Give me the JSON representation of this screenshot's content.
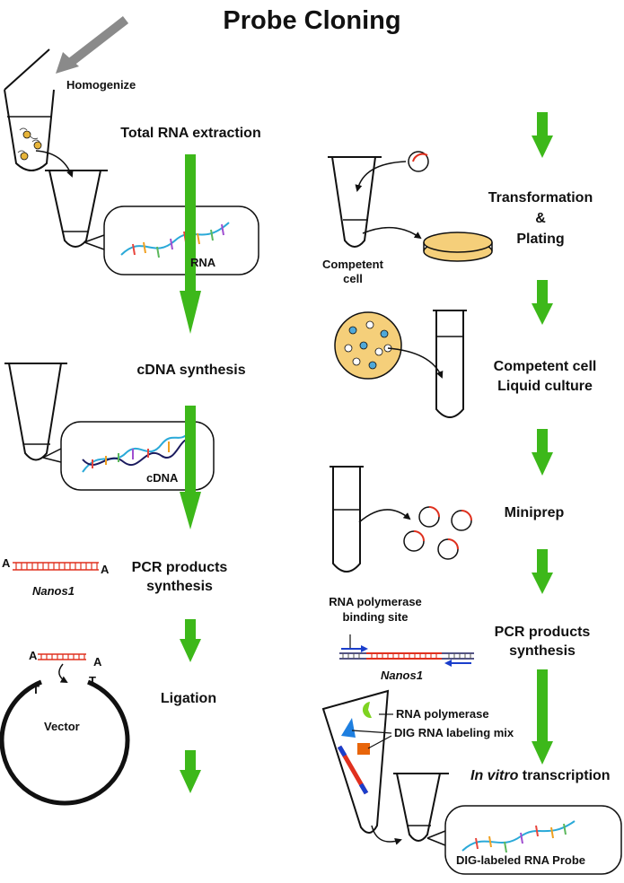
{
  "title": "Probe Cloning",
  "left_column": {
    "homogenize_label": "Homogenize",
    "step_total_rna": "Total RNA extraction",
    "rna_label": "RNA",
    "step_cdna": "cDNA synthesis",
    "cdna_label": "cDNA",
    "pcr_end_a_left": "A",
    "pcr_end_a_right": "A",
    "gene_label": "Nanos1",
    "step_pcr_line1": "PCR products",
    "step_pcr_line2": "synthesis",
    "insert_a_left": "A",
    "insert_a_right": "A",
    "vector_t_left": "T",
    "vector_t_right": "T",
    "vector_label": "Vector",
    "step_ligation": "Ligation"
  },
  "right_column": {
    "step_transformation_line1": "Transformation",
    "step_transformation_line2": "&",
    "step_transformation_line3": "Plating",
    "competent_cell_line1": "Competent",
    "competent_cell_line2": "cell",
    "step_culture_line1": "Competent cell",
    "step_culture_line2": "Liquid culture",
    "step_miniprep": "Miniprep",
    "rnap_site_line1": "RNA polymerase",
    "rnap_site_line2": "binding site",
    "gene_label": "Nanos1",
    "step_pcr_line1": "PCR products",
    "step_pcr_line2": "synthesis",
    "rna_polymerase_label": "RNA polymerase",
    "dig_mix_label": "DIG RNA labeling mix",
    "step_ivt_italic": "In vitro",
    "step_ivt_rest": " transcription",
    "probe_label": "DIG-labeled RNA Probe"
  },
  "colors": {
    "flow_arrow": "#3db81a",
    "pcr_strand": "#e0301e",
    "strand_blue": "#1a3ecc",
    "cell_fill": "#f5cf7a",
    "colony_blue": "#4fa8d8",
    "polymerase_green": "#7ed321",
    "dig_mix_orange": "#e8650a",
    "dig_mix_blue": "#1e7fe0"
  },
  "icons": [
    "gray-arrow-icon",
    "green-flow-arrow-icon",
    "tube-icon",
    "plasmid-icon",
    "petri-dish-icon",
    "polymerase-icon"
  ]
}
